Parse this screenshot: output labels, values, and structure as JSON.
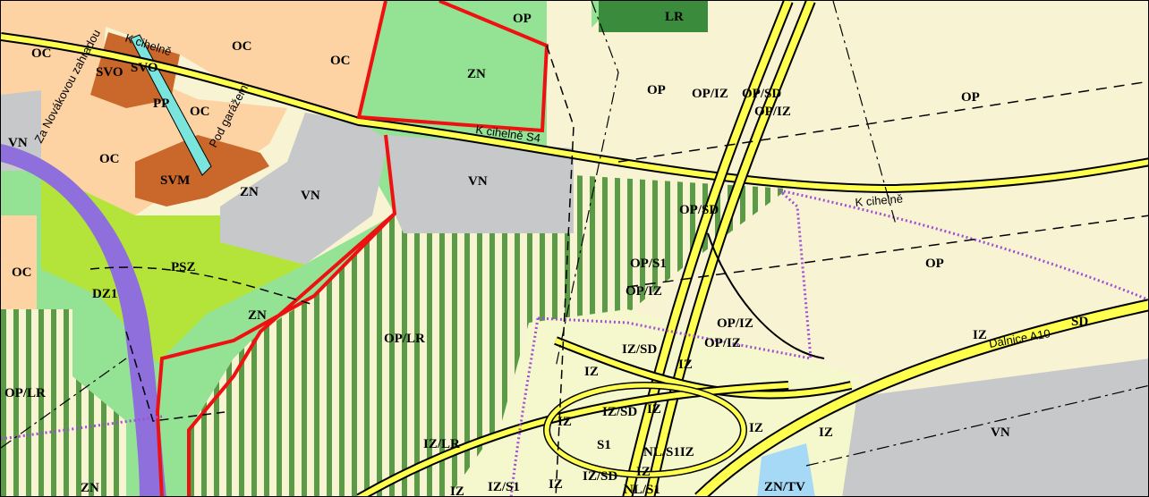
{
  "colors": {
    "oc": "#fdd3a4",
    "op": "#f8f3d3",
    "zn": "#94e394",
    "lr": "#3a8c3c",
    "vn": "#c6c8ca",
    "svo": "#c9682a",
    "psz": "#b4e43a",
    "dz": "#8e6fdc",
    "iz": "#f5f7cc",
    "road": "#ffff4d",
    "stripe": "#5a9c45",
    "boundary": "#ee1111",
    "rail": "#a14fd6",
    "pp": "#7ae5dc",
    "water": "#a6d9f5"
  },
  "labels": {
    "op_top": "OP",
    "lr_top": "LR",
    "oc_tl": "OC",
    "oc_mid": "OC",
    "oc_right": "OC",
    "svo1": "SVO",
    "svo2": "SVO",
    "pp": "PP",
    "oc_small": "OC",
    "zn_top": "ZN",
    "op_a": "OP",
    "opiz_a": "OP/IZ",
    "opsd_a": "OP/SD",
    "opiz_b": "OP/IZ",
    "op_far": "OP",
    "vn_left": "VN",
    "oc_left2": "OC",
    "svm": "SVM",
    "zn_b": "ZN",
    "vn_mid": "VN",
    "vn_center": "VN",
    "opsd_b": "OP/SD",
    "op_right": "OP",
    "oc_left3": "OC",
    "psz": "PSZ",
    "dz1": "DZ1",
    "ops1": "OP/S1",
    "opiz_c": "OP/IZ",
    "zn_c": "ZN",
    "oplr_a": "OP/LR",
    "opiz_d": "OP/IZ",
    "opiz_e": "OP/IZ",
    "iz_right": "IZ",
    "sd_right": "SD",
    "izsd_a": "IZ/SD",
    "iz_a": "IZ",
    "iz_b": "IZ",
    "oplr_b": "OP/LR",
    "iz_c": "IZ",
    "izsd_b": "IZ/SD",
    "iz_d": "IZ",
    "iz_e": "IZ",
    "iz_f": "IZ",
    "vn_right": "VN",
    "izlr": "IZ/LR",
    "s1": "S1",
    "nls1iz": "NL/S1IZ",
    "zn_bl": "ZN",
    "iz_g": "IZ",
    "izs1": "IZ/S1",
    "iz_h": "IZ",
    "izsd_c": "IZ/SD",
    "iz_i": "IZ",
    "nls1": "NL/S1",
    "zntv": "ZN/TV"
  },
  "streets": {
    "k_cihelne_1": "K cihelně",
    "k_cihelne_2": "K cihelně S4",
    "k_cihelne_3": "K cihelně",
    "za_novakovou": "Za Novákovou zahradou",
    "pod_garazemi": "Pod garážemi",
    "dalnice": "Dálnice A10"
  }
}
